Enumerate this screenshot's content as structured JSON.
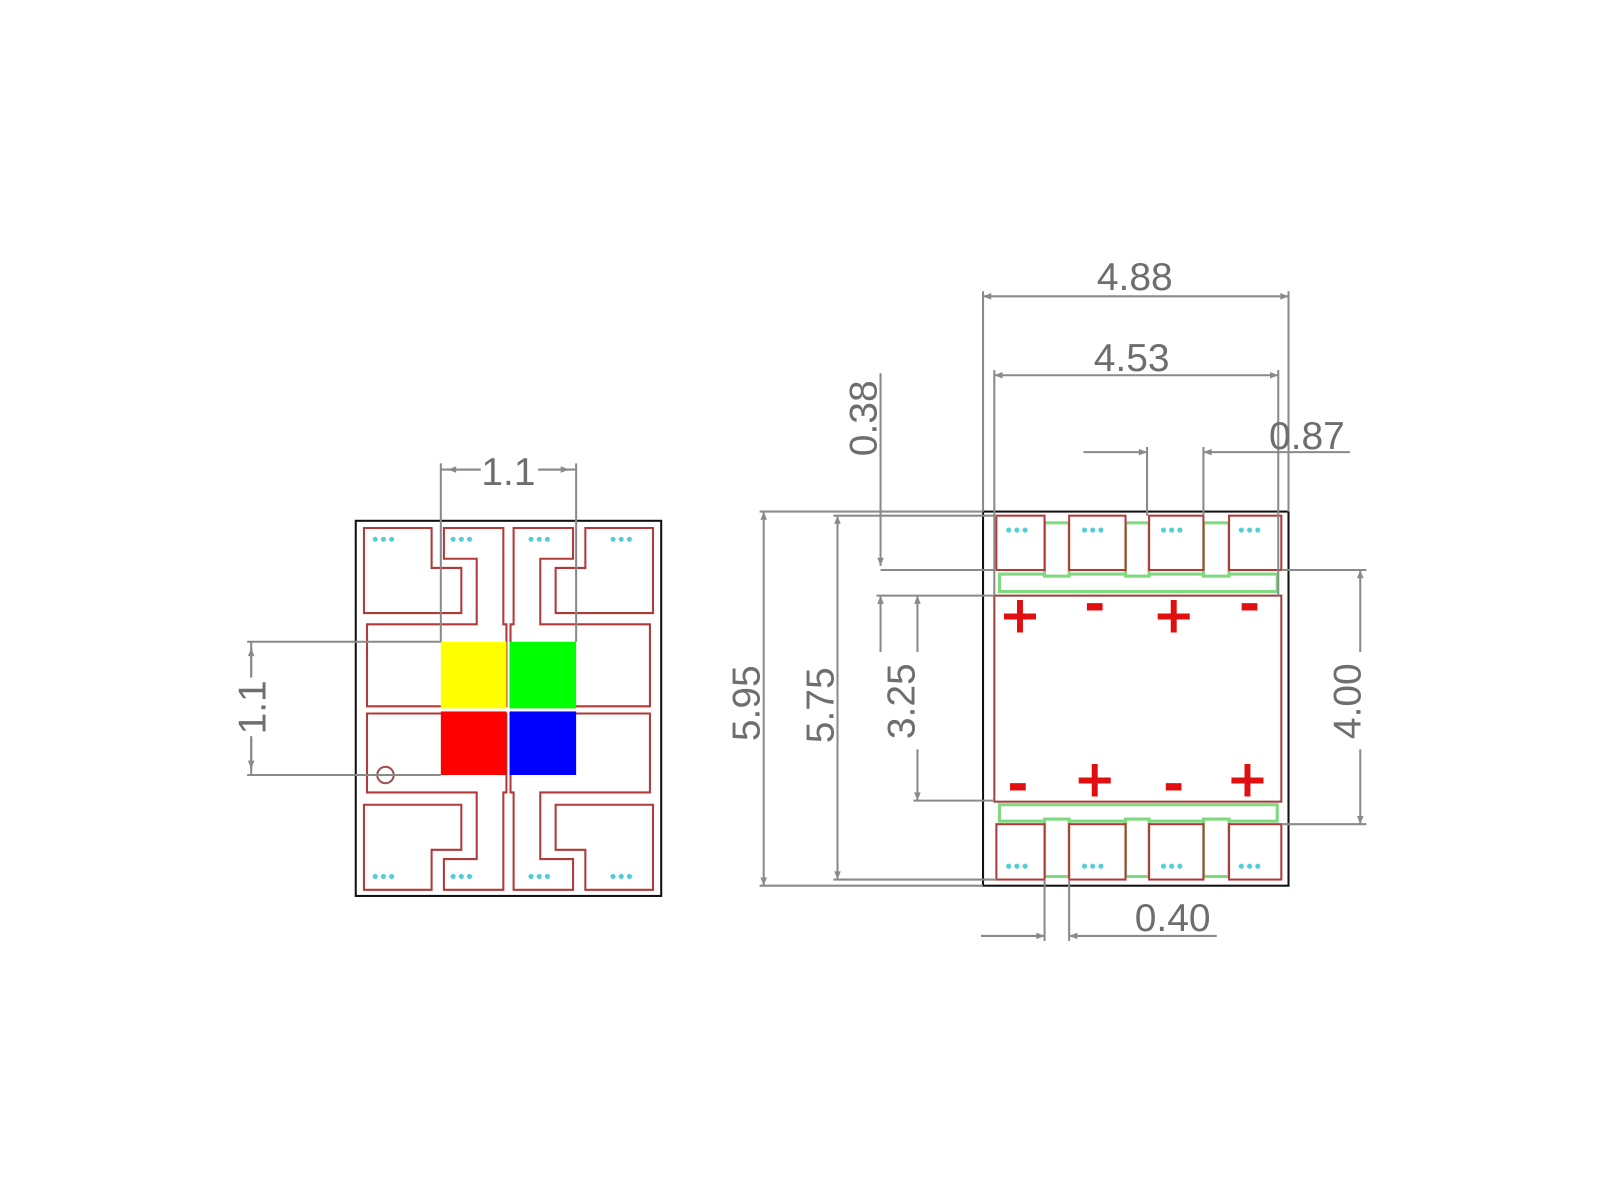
{
  "left_view": {
    "dim_horizontal": "1.1",
    "dim_vertical": "1.1",
    "chips": [
      {
        "name": "yellow-chip",
        "color": "#ffff00"
      },
      {
        "name": "green-chip",
        "color": "#00ff00"
      },
      {
        "name": "red-chip",
        "color": "#ff0000"
      },
      {
        "name": "blue-chip",
        "color": "#0000ff"
      }
    ]
  },
  "right_view": {
    "dim_overall_width": "4.88",
    "dim_inner_width": "4.53",
    "dim_pad_gap": "0.87",
    "dim_pad_offset": "0.38",
    "dim_overall_height": "5.95",
    "dim_pad_span": "5.75",
    "dim_pad_height": "3.25",
    "dim_center_height": "4.00",
    "dim_lead_gap": "0.40",
    "polarity_top": [
      "+",
      "-",
      "+",
      "-"
    ],
    "polarity_bottom": [
      "-",
      "+",
      "-",
      "+"
    ]
  }
}
